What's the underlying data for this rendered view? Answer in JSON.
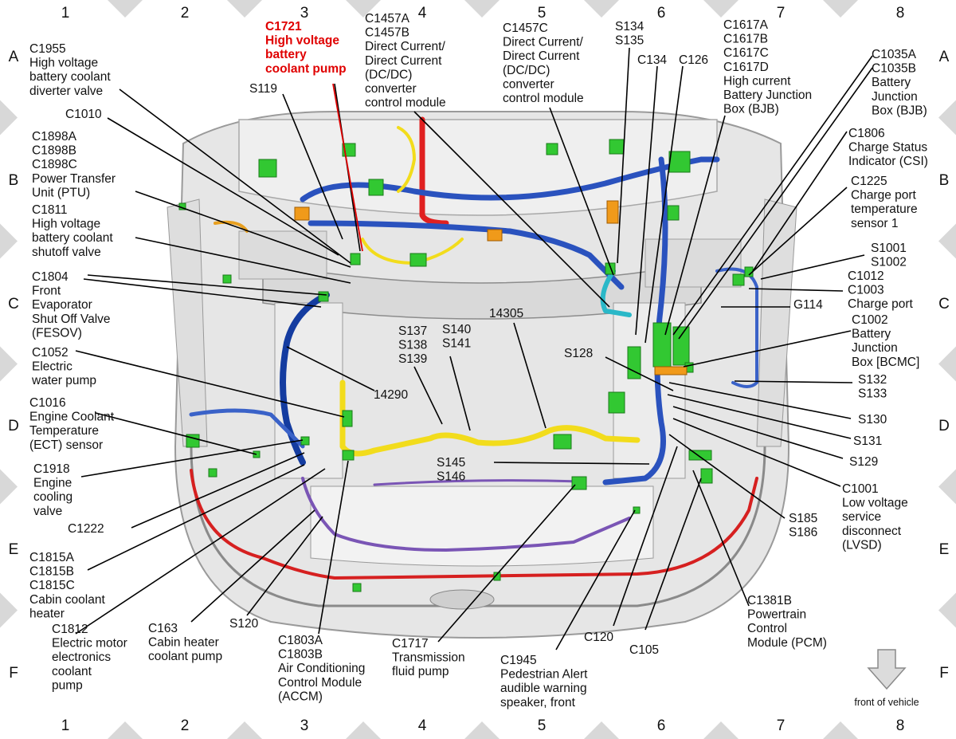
{
  "grid": {
    "columns": [
      "1",
      "2",
      "3",
      "4",
      "5",
      "6",
      "7",
      "8"
    ],
    "rows": [
      "A",
      "B",
      "C",
      "D",
      "E",
      "F"
    ]
  },
  "labels": {
    "c1955": [
      "C1955",
      "High voltage",
      "battery coolant",
      "diverter valve"
    ],
    "c1721": [
      "C1721",
      "High voltage",
      "battery",
      "coolant pump"
    ],
    "c1457ab": [
      "C1457A",
      "C1457B",
      "Direct Current/",
      "Direct Current",
      "(DC/DC)",
      "converter",
      "control module"
    ],
    "c1457c": [
      "C1457C",
      "Direct Current/",
      "Direct Current",
      "(DC/DC)",
      "converter",
      "control module"
    ],
    "s134": [
      "S134",
      "S135"
    ],
    "c134": [
      "C134"
    ],
    "c126": [
      "C126"
    ],
    "c1617": [
      "C1617A",
      "C1617B",
      "C1617C",
      "C1617D",
      "High current",
      "Battery Junction",
      "Box (BJB)"
    ],
    "c1035": [
      "C1035A",
      "C1035B",
      "Battery",
      "Junction",
      "Box (BJB)"
    ],
    "s119": [
      "S119"
    ],
    "c1010": [
      "C1010"
    ],
    "c1898": [
      "C1898A",
      "C1898B",
      "C1898C",
      "Power Transfer",
      "Unit (PTU)"
    ],
    "c1806": [
      "C1806",
      "Charge Status",
      "Indicator (CSI)"
    ],
    "c1225": [
      "C1225",
      "Charge port",
      "temperature",
      "sensor 1"
    ],
    "c1811": [
      "C1811",
      "High voltage",
      "battery coolant",
      "shutoff valve"
    ],
    "s1001": [
      "S1001",
      "S1002"
    ],
    "c1804": [
      "C1804",
      "Front",
      "Evaporator",
      "Shut Off Valve",
      "(FESOV)"
    ],
    "c1012": [
      "C1012",
      "C1003",
      "Charge port"
    ],
    "g114": [
      "G114"
    ],
    "n14305": [
      "14305"
    ],
    "s137": [
      "S137",
      "S138",
      "S139"
    ],
    "s140": [
      "S140",
      "S141"
    ],
    "c1002": [
      "C1002",
      "Battery",
      "Junction",
      "Box [BCMC]"
    ],
    "s128": [
      "S128"
    ],
    "c1052": [
      "C1052",
      "Electric",
      "water pump"
    ],
    "n14290": [
      "14290"
    ],
    "s132": [
      "S132",
      "S133"
    ],
    "c1016": [
      "C1016",
      "Engine Coolant",
      "Temperature",
      "(ECT) sensor"
    ],
    "s130": [
      "S130"
    ],
    "s131": [
      "S131"
    ],
    "s129": [
      "S129"
    ],
    "c1918": [
      "C1918",
      "Engine",
      "cooling",
      "valve"
    ],
    "s145": [
      "S145",
      "S146"
    ],
    "c1001": [
      "C1001",
      "Low voltage",
      "service",
      "disconnect",
      "(LVSD)"
    ],
    "c1222": [
      "C1222"
    ],
    "s185": [
      "S185",
      "S186"
    ],
    "c1815": [
      "C1815A",
      "C1815B",
      "C1815C",
      "Cabin coolant",
      "heater"
    ],
    "c1812": [
      "C1812",
      "Electric motor",
      "electronics",
      "coolant",
      "pump"
    ],
    "c163": [
      "C163",
      "Cabin heater",
      "coolant pump"
    ],
    "s120": [
      "S120"
    ],
    "c1803": [
      "C1803A",
      "C1803B",
      "Air Conditioning",
      "Control Module",
      "(ACCM)"
    ],
    "c1717": [
      "C1717",
      "Transmission",
      "fluid pump"
    ],
    "c1945": [
      "C1945",
      "Pedestrian Alert",
      "audible warning",
      "speaker, front"
    ],
    "c120": [
      "C120"
    ],
    "c105": [
      "C105"
    ],
    "c1381b": [
      "C1381B",
      "Powertrain",
      "Control",
      "Module (PCM)"
    ]
  },
  "orientation": {
    "text": "front of vehicle"
  },
  "colors": {
    "harness_blue": "#2a52be",
    "harness_dark_blue": "#123a9a",
    "harness_yellow": "#f2dc1c",
    "harness_red": "#e02020",
    "harness_purple": "#7a55b5",
    "harness_cyan": "#2ab8c8",
    "connector_green": "#32c832",
    "highlight_label": "#e00000"
  }
}
